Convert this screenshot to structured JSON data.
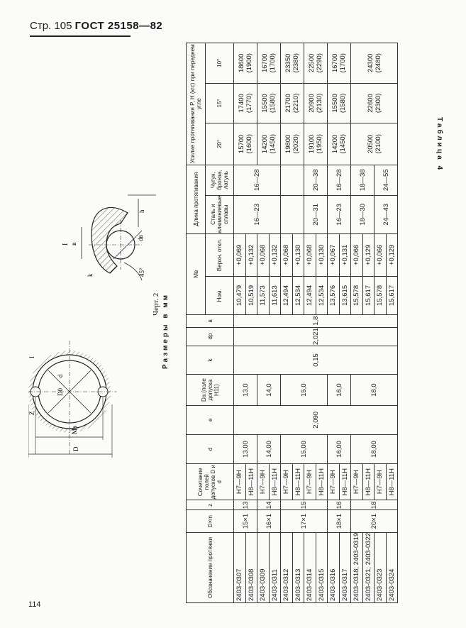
{
  "header": {
    "page_label": "Стр. 105",
    "standard": "ГОСТ 25158—82"
  },
  "page_number": "114",
  "drawing": {
    "caption": "Черт. 2",
    "labels": [
      "I",
      "I",
      "Z",
      "d",
      "D0",
      "Mв",
      "D",
      "h",
      "dв",
      "45°",
      "B",
      "k"
    ]
  },
  "table": {
    "title": "Таблица 4",
    "units": "Размеры в мм",
    "headers": {
      "designation": "Обозначение протяжки",
      "dxm": "D×m",
      "z": "z",
      "fits": "Сочетание полей допусков D и d",
      "d": "d",
      "e": "e",
      "da": "Da (поле допуска H11)",
      "k": "k",
      "dp": "dр",
      "b": "в",
      "mb": "Мв",
      "mb_nom": "Ном.",
      "mb_dev": "Верхн. откл.",
      "length": "Длина протягивания",
      "len_steel": "Сталь и алюминиевые сплавы",
      "len_iron": "Чугун, бронза, латунь",
      "force": "Усилие протягивания P, Н (кгс) при переднем угле",
      "angle20": "20°",
      "angle15": "15°",
      "angle10": "10°"
    },
    "common": {
      "e": "2,090",
      "k": "0,15",
      "dp": "2,021",
      "b": "1,8"
    },
    "groups": [
      {
        "dxm": "15×1",
        "z": "13",
        "d": "13,00",
        "da": "13,0",
        "rows": [
          {
            "designation": "2403-0307",
            "fit": "H7—9H",
            "mb_nom": "10,479",
            "mb_dev": "+0,069"
          },
          {
            "designation": "2403-0308",
            "fit": "H8—11H",
            "mb_nom": "10,519",
            "mb_dev": "+0,132"
          }
        ]
      },
      {
        "dxm": "16×1",
        "z": "14",
        "d": "14,00",
        "da": "14,0",
        "rows": [
          {
            "designation": "2403-0309",
            "fit": "H7—9H",
            "mb_nom": "11,573",
            "mb_dev": "+0,068"
          },
          {
            "designation": "2403-0311",
            "fit": "H8—11H",
            "mb_nom": "11,613",
            "mb_dev": "+0,132"
          }
        ]
      },
      {
        "dxm": "17×1",
        "z": "15",
        "d": "15,00",
        "da": "15,0",
        "rows": [
          {
            "designation": "2403-0312",
            "fit": "H7—9H",
            "mb_nom": "12,494",
            "mb_dev": "+0,068"
          },
          {
            "designation": "2403-0313",
            "fit": "H8—11H",
            "mb_nom": "12,534",
            "mb_dev": "+0,130"
          },
          {
            "designation": "2403-0314",
            "fit": "H7—9H",
            "mb_nom": "12,494",
            "mb_dev": "+0,068"
          },
          {
            "designation": "2403-0315",
            "fit": "H8—11H",
            "mb_nom": "12,534",
            "mb_dev": "+0,130"
          }
        ]
      },
      {
        "dxm": "18×1",
        "z": "16",
        "d": "16,00",
        "da": "16,0",
        "rows": [
          {
            "designation": "2403-0316",
            "fit": "H7—9H",
            "mb_nom": "13,576",
            "mb_dev": "+0,067"
          },
          {
            "designation": "2403-0317",
            "fit": "H8—11H",
            "mb_nom": "13,615",
            "mb_dev": "+0,131"
          }
        ]
      },
      {
        "dxm": "20×1",
        "z": "18",
        "d": "18,00",
        "da": "18,0",
        "rows": [
          {
            "designation": "2403-0318; 2403-0319",
            "fit": "H7—9H",
            "mb_nom": "15,578",
            "mb_dev": "+0,066"
          },
          {
            "designation": "2403-0321; 2403-0322",
            "fit": "H8—11H",
            "mb_nom": "15,617",
            "mb_dev": "+0,129"
          },
          {
            "designation": "2403-0323",
            "fit": "H7—9H",
            "mb_nom": "15,578",
            "mb_dev": "+0,066"
          },
          {
            "designation": "2403-0324",
            "fit": "H8—11H",
            "mb_nom": "15,617",
            "mb_dev": "+0,129"
          }
        ]
      }
    ],
    "length_spans": [
      {
        "rows": "0307–0311",
        "steel": "16—23",
        "iron": "16—28"
      },
      {
        "rows": "0312–0313",
        "steel": "",
        "iron": ""
      },
      {
        "rows": "0314–0315",
        "steel": "20—31",
        "iron": "20—38"
      },
      {
        "rows": "0316–0317",
        "steel": "16—23",
        "iron": "16—28"
      },
      {
        "rows": "0318–0322",
        "steel": "18—30",
        "iron": "18—38"
      },
      {
        "rows": "0323–0324",
        "steel": "24—43",
        "iron": "24—55"
      }
    ],
    "force_spans": [
      {
        "rows": "0307–0308",
        "a20": "15700\n(1600)",
        "a15": "17400\n(1770)",
        "a10": "18600\n(1900)"
      },
      {
        "rows": "0309–0311",
        "a20": "14200\n(1450)",
        "a15": "15500\n(1580)",
        "a10": "16700\n(1700)"
      },
      {
        "rows": "0312–0313",
        "a20": "19800\n(2020)",
        "a15": "21700\n(2210)",
        "a10": "23350\n(2380)"
      },
      {
        "rows": "0314–0315",
        "a20": "19100\n(1950)",
        "a15": "20900\n(2130)",
        "a10": "22500\n(2290)"
      },
      {
        "rows": "0316–0317",
        "a20": "14200\n(1450)",
        "a15": "15500\n(1580)",
        "a10": "16700\n(1700)"
      },
      {
        "rows": "0318–0324",
        "a20": "20500\n(2100)",
        "a15": "22600\n(2300)",
        "a10": "24300\n(2480)"
      }
    ]
  }
}
